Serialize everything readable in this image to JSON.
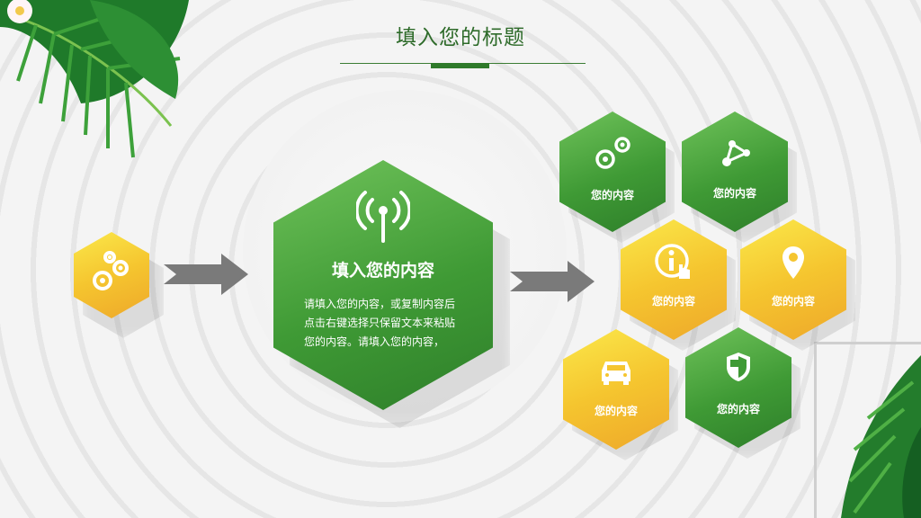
{
  "slide": {
    "title": "填入您的标题",
    "main": {
      "heading": "填入您的内容",
      "body": "请填入您的内容，或复制内容后点击右键选择只保留文本来粘贴您的内容。请填入您的内容，"
    },
    "items": [
      {
        "label": "您的内容",
        "icon": "gears-icon",
        "color": "green"
      },
      {
        "label": "您的内容",
        "icon": "share-nodes-icon",
        "color": "green"
      },
      {
        "label": "您的内容",
        "icon": "info-touch-icon",
        "color": "yellow"
      },
      {
        "label": "您的内容",
        "icon": "map-pin-icon",
        "color": "yellow"
      },
      {
        "label": "您的内容",
        "icon": "car-icon",
        "color": "yellow"
      },
      {
        "label": "您的内容",
        "icon": "shield-icon",
        "color": "green"
      }
    ]
  },
  "colors": {
    "green": "#3f9a35",
    "yellow": "#f5c52f",
    "title": "#2e6b2a",
    "arrow": "#7a7a7a"
  }
}
